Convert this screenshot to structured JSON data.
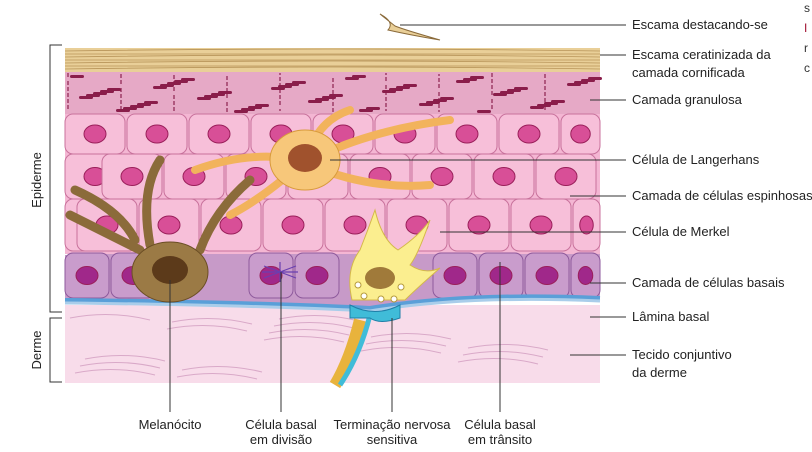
{
  "title": "Estrutura da epiderme e derme",
  "regions": {
    "epidermis": "Epiderme",
    "dermis": "Derme"
  },
  "right_labels": [
    {
      "lines": [
        "Escama destacando-se"
      ]
    },
    {
      "lines": [
        "Escama ceratinizada da",
        "camada cornificada"
      ]
    },
    {
      "lines": [
        "Camada granulosa"
      ]
    },
    {
      "lines": [
        "Célula de Langerhans"
      ]
    },
    {
      "lines": [
        "Camada de células espinhosas"
      ]
    },
    {
      "lines": [
        "Célula de Merkel"
      ]
    },
    {
      "lines": [
        "Camada de células basais"
      ]
    },
    {
      "lines": [
        "Lâmina basal"
      ]
    },
    {
      "lines": [
        "Tecido conjuntivo",
        "da derme"
      ]
    }
  ],
  "bottom_labels": [
    {
      "lines": [
        "Melanócito"
      ]
    },
    {
      "lines": [
        "Célula basal",
        "em divisão"
      ]
    },
    {
      "lines": [
        "Terminação nervosa",
        "sensitiva"
      ]
    },
    {
      "lines": [
        "Célula basal",
        "em trânsito"
      ]
    }
  ],
  "cut_off_text": [
    "s",
    "I",
    "r",
    "c"
  ],
  "colors": {
    "cornified": "#e9cf98",
    "granular": "#e6a9c6",
    "spinous": "#f4b6d3",
    "basal": "#c79ac8",
    "nucleus": "#c2367e",
    "lamina": "#a9cdea",
    "dermis": "#f8dcea",
    "melanocyte": "#9b7a45",
    "langerhans": "#f7c77a",
    "merkel": "#fbee8f",
    "nerve": "#40bcd8"
  }
}
